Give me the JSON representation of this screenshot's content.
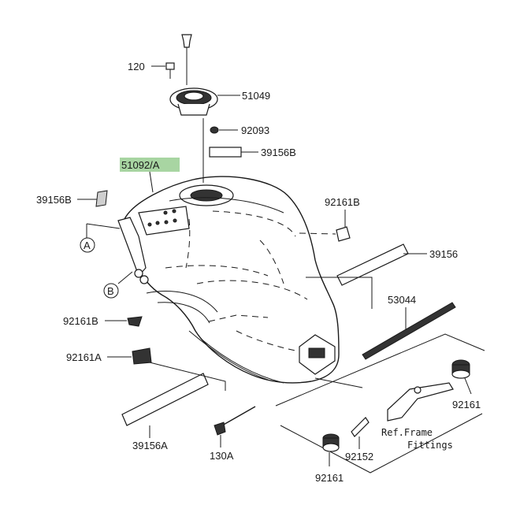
{
  "labels": {
    "p120": "120",
    "p51049": "51049",
    "p92093": "92093",
    "p39156B_top": "39156B",
    "p51092A": "51092/A",
    "p39156B_left": "39156B",
    "p92161B_right": "92161B",
    "p39156": "39156",
    "p53044": "53044",
    "p92161B_left": "92161B",
    "p92161A": "92161A",
    "p92161_right": "92161",
    "p39156A": "39156A",
    "p130A": "130A",
    "p92152": "92152",
    "p92161_bottom": "92161",
    "ref_line1": "Ref.Frame",
    "ref_line2": "Fittings",
    "callout_a": "A",
    "callout_b": "B"
  },
  "colors": {
    "highlight": "#a8d5a2",
    "ink": "#1a1a1a"
  }
}
